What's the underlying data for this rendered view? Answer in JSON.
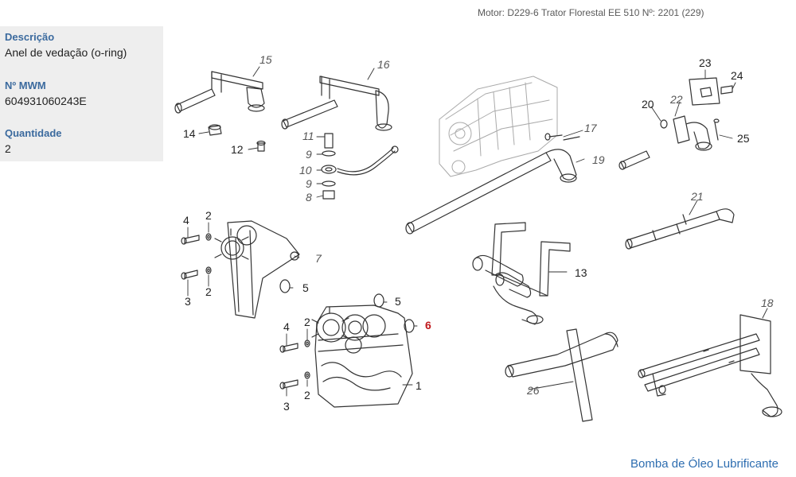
{
  "header": {
    "title": "Motor: D229-6 Trator Florestal EE 510    Nº: 2201 (229)"
  },
  "info": {
    "descricao_label": "Descrição",
    "descricao_value": "Anel de vedação (o-ring)",
    "mwm_label": "Nº MWM",
    "mwm_value": "604931060243E",
    "quantidade_label": "Quantidade",
    "quantidade_value": "2"
  },
  "callouts": {
    "c1": "1",
    "c2a": "2",
    "c2b": "2",
    "c2c": "2",
    "c2d": "2",
    "c3a": "3",
    "c3b": "3",
    "c4a": "4",
    "c4b": "4",
    "c5a": "5",
    "c5b": "5",
    "c6": "6",
    "c7": "7",
    "c8": "8",
    "c9a": "9",
    "c9b": "9",
    "c10": "10",
    "c11": "11",
    "c12": "12",
    "c13": "13",
    "c14": "14",
    "c15": "15",
    "c16": "16",
    "c17": "17",
    "c18": "18",
    "c19": "19",
    "c20": "20",
    "c21": "21",
    "c22": "22",
    "c23": "23",
    "c24": "24",
    "c25": "25",
    "c26": "26"
  },
  "highlight_color": "#c0181c",
  "footer": {
    "link_text": "Bomba de Óleo Lubrificante"
  }
}
